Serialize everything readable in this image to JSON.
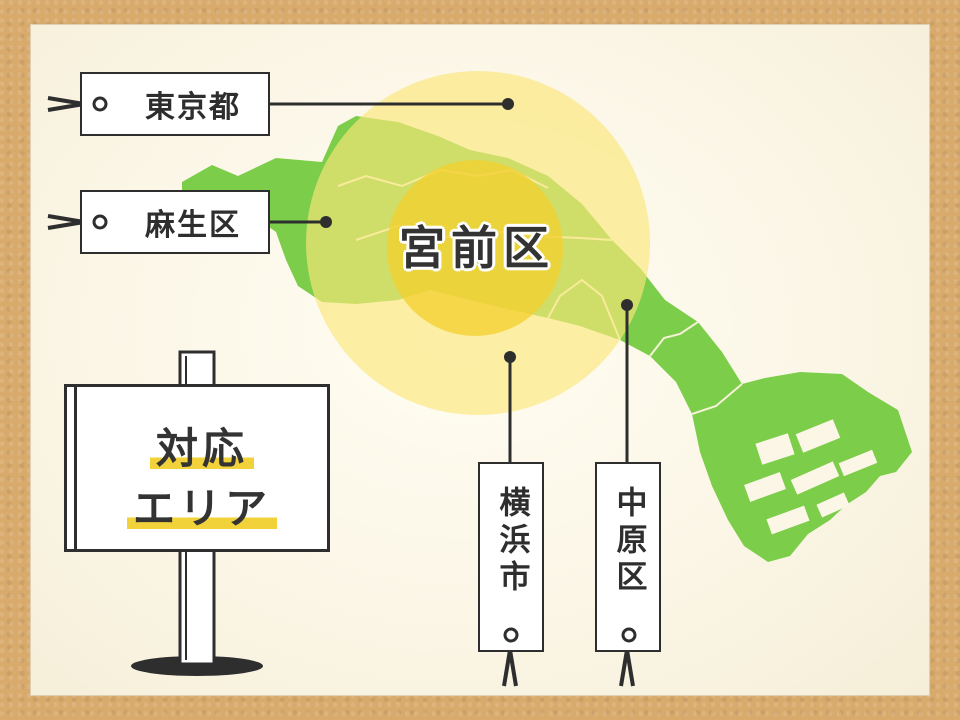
{
  "map": {
    "center_label": "宮前区",
    "neighbors": [
      {
        "name": "東京都"
      },
      {
        "name": "麻生区"
      },
      {
        "name": "横浜市"
      },
      {
        "name": "中原区"
      }
    ]
  },
  "sign": {
    "line1": "対応",
    "line2": "エリア"
  },
  "colors": {
    "frame": "#d8aa6c",
    "board": "#fbf6e6",
    "land": "#7bcd4a",
    "highlight_outer": "#fbe77a",
    "highlight_inner": "#f4cf2c",
    "accent_underline": "#f2d23a",
    "ink": "#2e2e2e"
  }
}
